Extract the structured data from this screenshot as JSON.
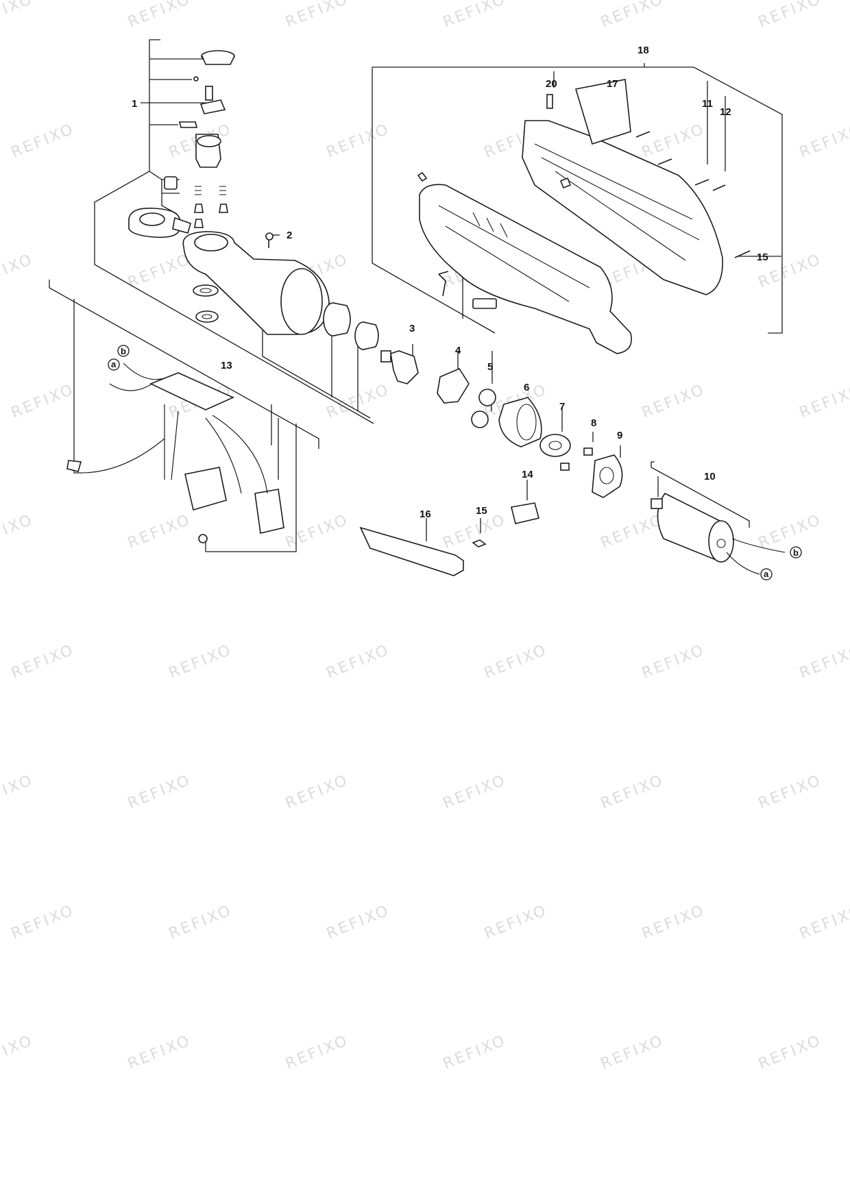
{
  "watermark": "REFIXO",
  "callouts": [
    {
      "id": "1",
      "label": "1"
    },
    {
      "id": "2",
      "label": "2"
    },
    {
      "id": "3",
      "label": "3"
    },
    {
      "id": "4",
      "label": "4"
    },
    {
      "id": "5",
      "label": "5"
    },
    {
      "id": "6",
      "label": "6"
    },
    {
      "id": "7",
      "label": "7"
    },
    {
      "id": "8",
      "label": "8"
    },
    {
      "id": "9",
      "label": "9"
    },
    {
      "id": "10",
      "label": "10"
    },
    {
      "id": "11",
      "label": "11"
    },
    {
      "id": "12",
      "label": "12"
    },
    {
      "id": "13",
      "label": "13"
    },
    {
      "id": "14",
      "label": "14"
    },
    {
      "id": "15a",
      "label": "15"
    },
    {
      "id": "15b",
      "label": "15"
    },
    {
      "id": "16",
      "label": "16"
    },
    {
      "id": "17",
      "label": "17"
    },
    {
      "id": "18",
      "label": "18"
    },
    {
      "id": "20",
      "label": "20"
    }
  ],
  "connectors": [
    {
      "id": "a1",
      "label": "a"
    },
    {
      "id": "b1",
      "label": "b"
    },
    {
      "id": "a2",
      "label": "a"
    },
    {
      "id": "b2",
      "label": "b"
    }
  ]
}
